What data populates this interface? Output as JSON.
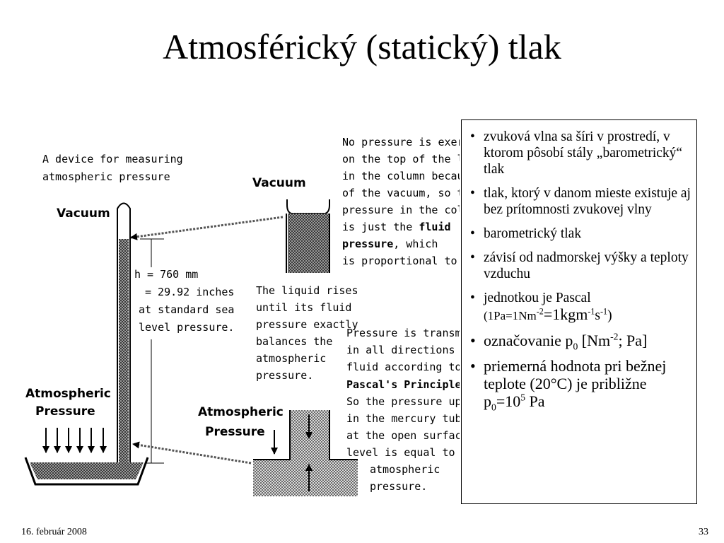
{
  "slide": {
    "title": "Atmosférický (statický) tlak",
    "date": "16. február 2008",
    "page_number": "33"
  },
  "figure": {
    "caption_lines": [
      "A device for measuring",
      "atmospheric pressure"
    ],
    "left_vacuum": "Vacuum",
    "right_vacuum": "Vacuum",
    "height_lines": [
      "h = 760 mm",
      "= 29.92 inches",
      "at standard sea",
      "level pressure."
    ],
    "left_atm_lines": [
      "Atmospheric",
      "Pressure"
    ],
    "right_atm_lines": [
      "Atmospheric",
      "Pressure"
    ],
    "vacuum_note": {
      "line1": "No pressure is exerted",
      "line2": "on the top of the liquid",
      "line3": "in the column because",
      "line4": "of the vacuum, so the",
      "line5": "pressure in the column",
      "line6_pre": "is just the ",
      "line6_bold": "fluid",
      "line7_bold": "pressure",
      "line7_post": ", which",
      "line8": "is proportional to depth."
    },
    "rise_note": [
      "The liquid rises",
      "until its fluid",
      "pressure exactly",
      "balances the",
      "atmospheric",
      "pressure."
    ],
    "pascal_note": {
      "line1": "Pressure is transmitted",
      "line2": "in all directions in a",
      "line3": "fluid according to",
      "line4_bold": "Pascal's Principle",
      "line4_post": ".",
      "line5": "So the pressure upward",
      "line6": "in the mercury tube",
      "line7": "at the open surface",
      "line8": "level is equal to",
      "line9": "atmospheric",
      "line10": "pressure."
    }
  },
  "bullets": {
    "b1": "zvuková vlna sa šíri v prostredí, v ktorom pôsobí stály „barometrický“ tlak",
    "b2": "tlak, ktorý v danom mieste existuje aj bez prítomnosti zvukovej vlny",
    "b3": "barometrický tlak",
    "b4": "závisí od nadmorskej výšky a teploty vzduchu",
    "b5_text": "jednotkou je Pascal",
    "b5_a": "(1Pa=1Nm",
    "b5_a_sup": "-2",
    "b5_b": "=1kgm",
    "b5_b_sup": "-1",
    "b5_c": "s",
    "b5_c_sup": "-1",
    "b5_d": ")",
    "b6_a": "označovanie p",
    "b6_sub": "0",
    "b6_b": " [Nm",
    "b6_sup": "-2",
    "b6_c": "; Pa]",
    "b7_a": "priemerná hodnota pri bežnej teplote (20°C) je približne p",
    "b7_sub": "0",
    "b7_b": "=10",
    "b7_sup": "5",
    "b7_c": " Pa"
  }
}
